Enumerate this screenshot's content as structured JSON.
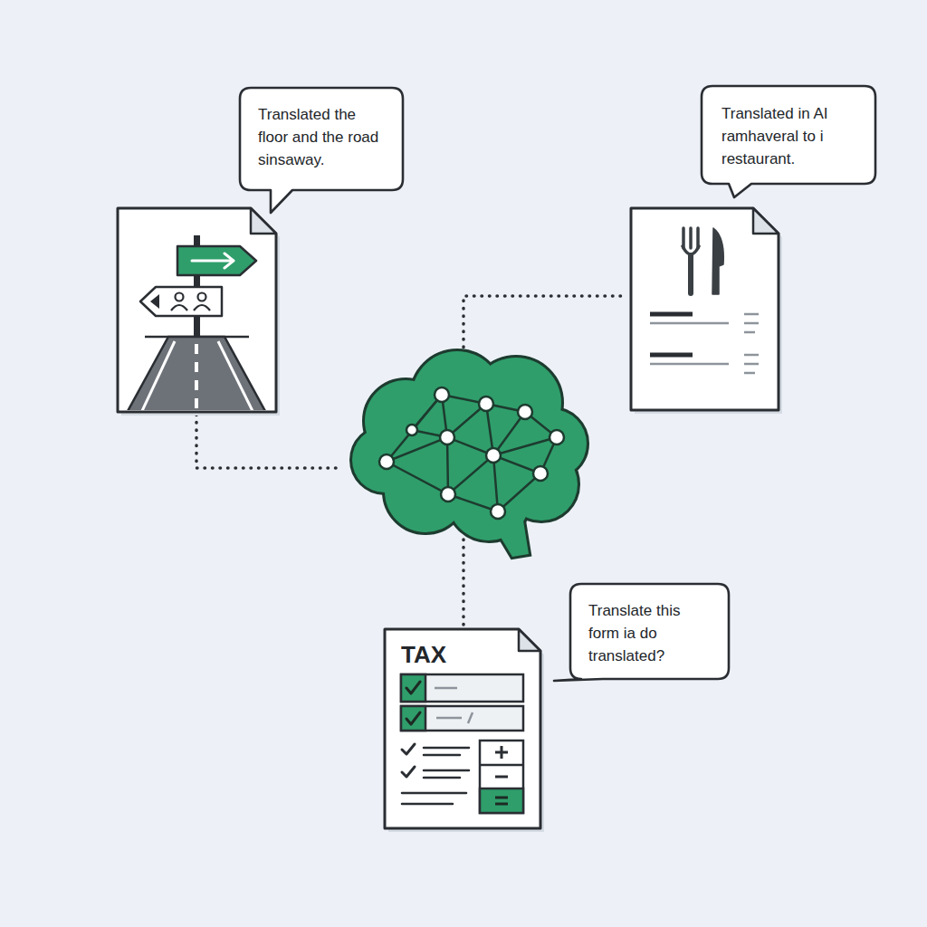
{
  "diagram": {
    "nodes": [
      {
        "text": [
          "Translated the floor and the road sinsaway."
        ]
      },
      {
        "text": [
          "Translated in AI ramhaveral to i restaurant."
        ]
      },
      {
        "text": [
          "Translate this form ia do translated?"
        ]
      },
      {
        "text": [
          "TAX"
        ]
      }
    ]
  }
}
